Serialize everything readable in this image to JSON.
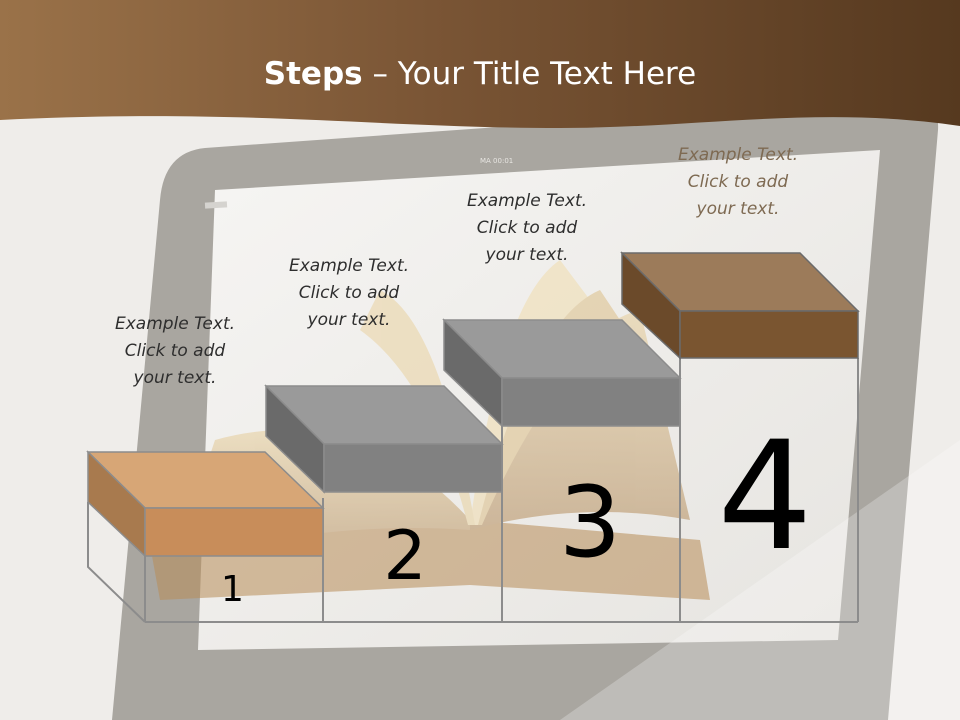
{
  "slide": {
    "title_bold": "Steps",
    "title_rest": " – Your Title Text Here",
    "tablet_status": "MA 00:01",
    "colors": {
      "header_dark": "#5b4128",
      "header_light": "#9a7249",
      "block_tan": "#c88d5a",
      "block_gray": "#7d7d7d",
      "block_brown": "#7a5530"
    }
  },
  "steps": [
    {
      "number": "1",
      "text_line1": "Example Text.",
      "text_line2": "Click  to add",
      "text_line3": "your text."
    },
    {
      "number": "2",
      "text_line1": "Example Text.",
      "text_line2": "Click  to add",
      "text_line3": "your text."
    },
    {
      "number": "3",
      "text_line1": "Example Text.",
      "text_line2": "Click  to add",
      "text_line3": "your text."
    },
    {
      "number": "4",
      "text_line1": "Example Text.",
      "text_line2": "Click  to add",
      "text_line3": "your text."
    }
  ]
}
